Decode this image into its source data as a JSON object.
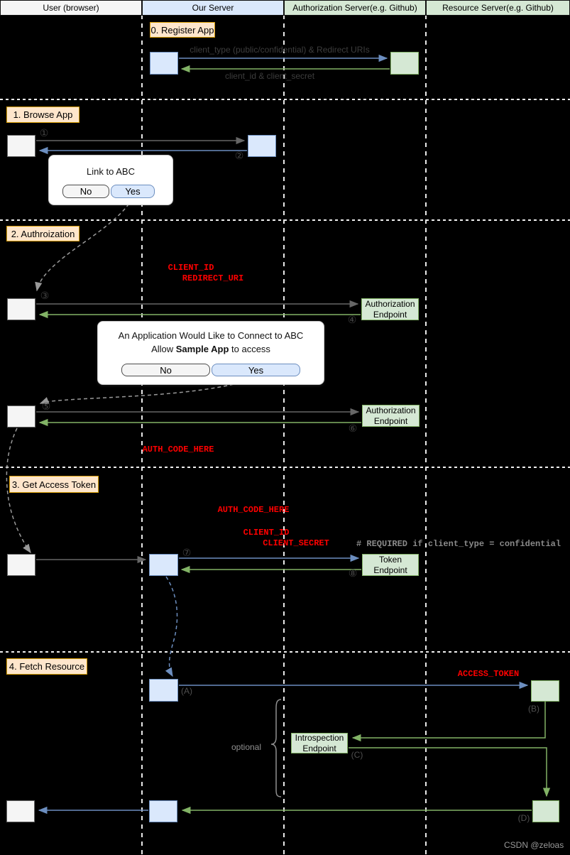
{
  "lanes": [
    {
      "label": "User (browser)"
    },
    {
      "label": "Our Server"
    },
    {
      "label": "Authorization Server(e.g. Github)"
    },
    {
      "label": "Resource Server(e.g. Github)"
    }
  ],
  "sections": [
    "0. Register App",
    "1. Browse App",
    "2. Authroization",
    "3. Get Access Token",
    "4. Fetch Resource"
  ],
  "messages": {
    "register_request": "client_type (public/confidential) & Redirect URIs",
    "register_response": "client_id & client_secret"
  },
  "endpoints": {
    "authorization": "Authorization Endpoint",
    "token": "Token Endpoint",
    "introspection": "Introspection Endpoint"
  },
  "code": {
    "client_id": "CLIENT_ID",
    "redirect_uri": "REDIRECT_URI",
    "auth_code": "AUTH_CODE_HERE",
    "auth_code_2": "AUTH_CODE_HERE",
    "client_id_2": "CLIENT_ID",
    "client_secret": "CLIENT_SECRET",
    "access_token": "ACCESS_TOKEN",
    "required_comment": "# REQUIRED if client_type = confidential"
  },
  "dialog1": {
    "title": "Link to ABC",
    "no": "No",
    "yes": "Yes"
  },
  "dialog2": {
    "title": "An Application Would Like to Connect to ABC",
    "allow_prefix": "Allow ",
    "app_name": "Sample App",
    "allow_suffix": " to access",
    "no": "No",
    "yes": "Yes"
  },
  "steps": [
    "①",
    "②",
    "③",
    "④",
    "⑤",
    "⑥",
    "⑦",
    "⑧"
  ],
  "letters": [
    "(A)",
    "(B)",
    "(C)",
    "(D)"
  ],
  "optional_label": "optional",
  "watermark": "CSDN @zeloas",
  "colors": {
    "background": "#000000",
    "lane_user_fill": "#f5f5f5",
    "lane_server_fill": "#dae8fc",
    "lane_auth_fill": "#d5e8d4",
    "section_fill": "#ffe6cc",
    "section_border": "#d79b00",
    "blue": "#6c8ebf",
    "green": "#82b366",
    "gray": "#666666",
    "red": "#ff0000",
    "comment_gray": "#8a8a8a"
  }
}
